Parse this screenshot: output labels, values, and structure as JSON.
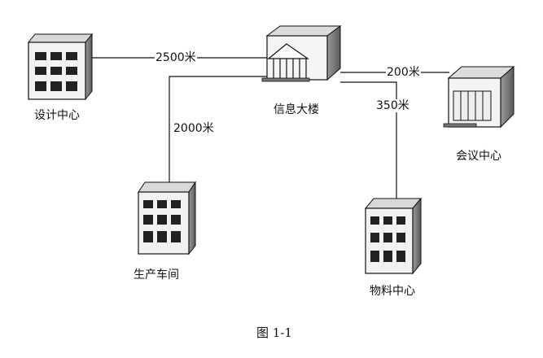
{
  "nodes": {
    "design_center": {
      "label": "设计中心",
      "icon": "building-icon"
    },
    "info_building": {
      "label": "信息大楼",
      "icon": "building-icon"
    },
    "meeting_center": {
      "label": "会议中心",
      "icon": "building-icon"
    },
    "workshop": {
      "label": "生产车间",
      "icon": "building-icon"
    },
    "logistics_center": {
      "label": "物料中心",
      "icon": "building-icon"
    }
  },
  "links": [
    {
      "from": "design_center",
      "to": "info_building",
      "distance": "2500米"
    },
    {
      "from": "info_building",
      "to": "meeting_center",
      "distance": "200米"
    },
    {
      "from": "info_building",
      "to": "workshop",
      "distance": "2000米"
    },
    {
      "from": "info_building",
      "to": "logistics_center",
      "distance": "350米"
    }
  ],
  "caption": "图 1-1"
}
